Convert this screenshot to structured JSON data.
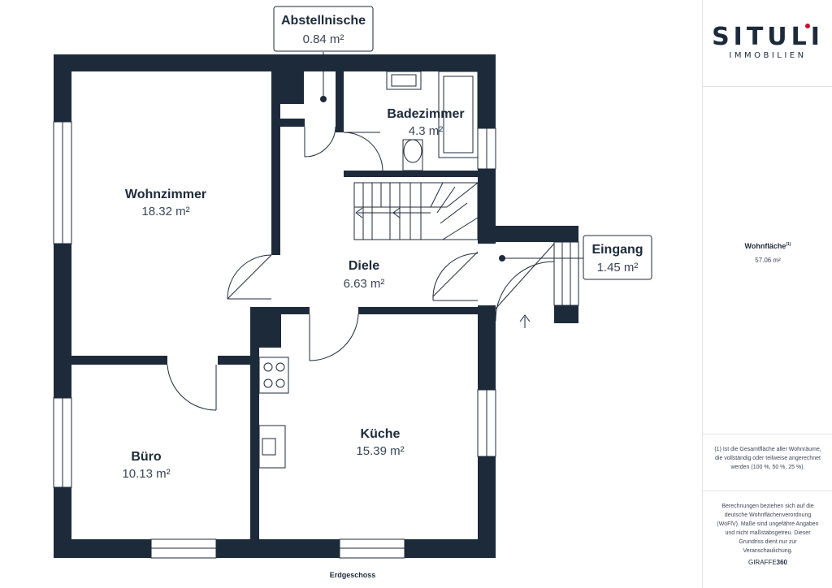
{
  "rooms": [
    {
      "id": "wohnzimmer",
      "name": "Wohnzimmer",
      "area": "18.32 m²"
    },
    {
      "id": "badezimmer",
      "name": "Badezimmer",
      "area": "4.3 m²"
    },
    {
      "id": "diele",
      "name": "Diele",
      "area": "6.63 m²"
    },
    {
      "id": "kueche",
      "name": "Küche",
      "area": "15.39 m²"
    },
    {
      "id": "buero",
      "name": "Büro",
      "area": "10.13 m²"
    }
  ],
  "callouts": [
    {
      "id": "abstellnische",
      "name": "Abstellnische",
      "area": "0.84 m²"
    },
    {
      "id": "eingang",
      "name": "Eingang",
      "area": "1.45 m²"
    }
  ],
  "floor_label": "Erdgeschoss",
  "sidebar": {
    "logo_main": "SITULI",
    "logo_sub": "IMMOBILIEN",
    "total_label": "Wohnfläche",
    "total_footnote": "(1)",
    "total_value": "57.06 m²",
    "note_1": "(1) Ist die Gesamtfläche aller Wohnräume, die vollständig oder teilweise angerechnet werden (100 %, 50 %, 25 %).",
    "note_2": "Berechnungen beziehen sich auf die deutsche Wohnflächenverordnung (WoFlV). Maße sind ungefähre Angaben und nicht maßstabsgetreu. Dieser Grundriss dient nur zur Veranschaulichung.",
    "brand_normal": "GIRAFFE",
    "brand_bold": "360"
  },
  "colors": {
    "wall": "#1d2a3a",
    "accent": "#c8102e",
    "background": "#ffffff"
  }
}
